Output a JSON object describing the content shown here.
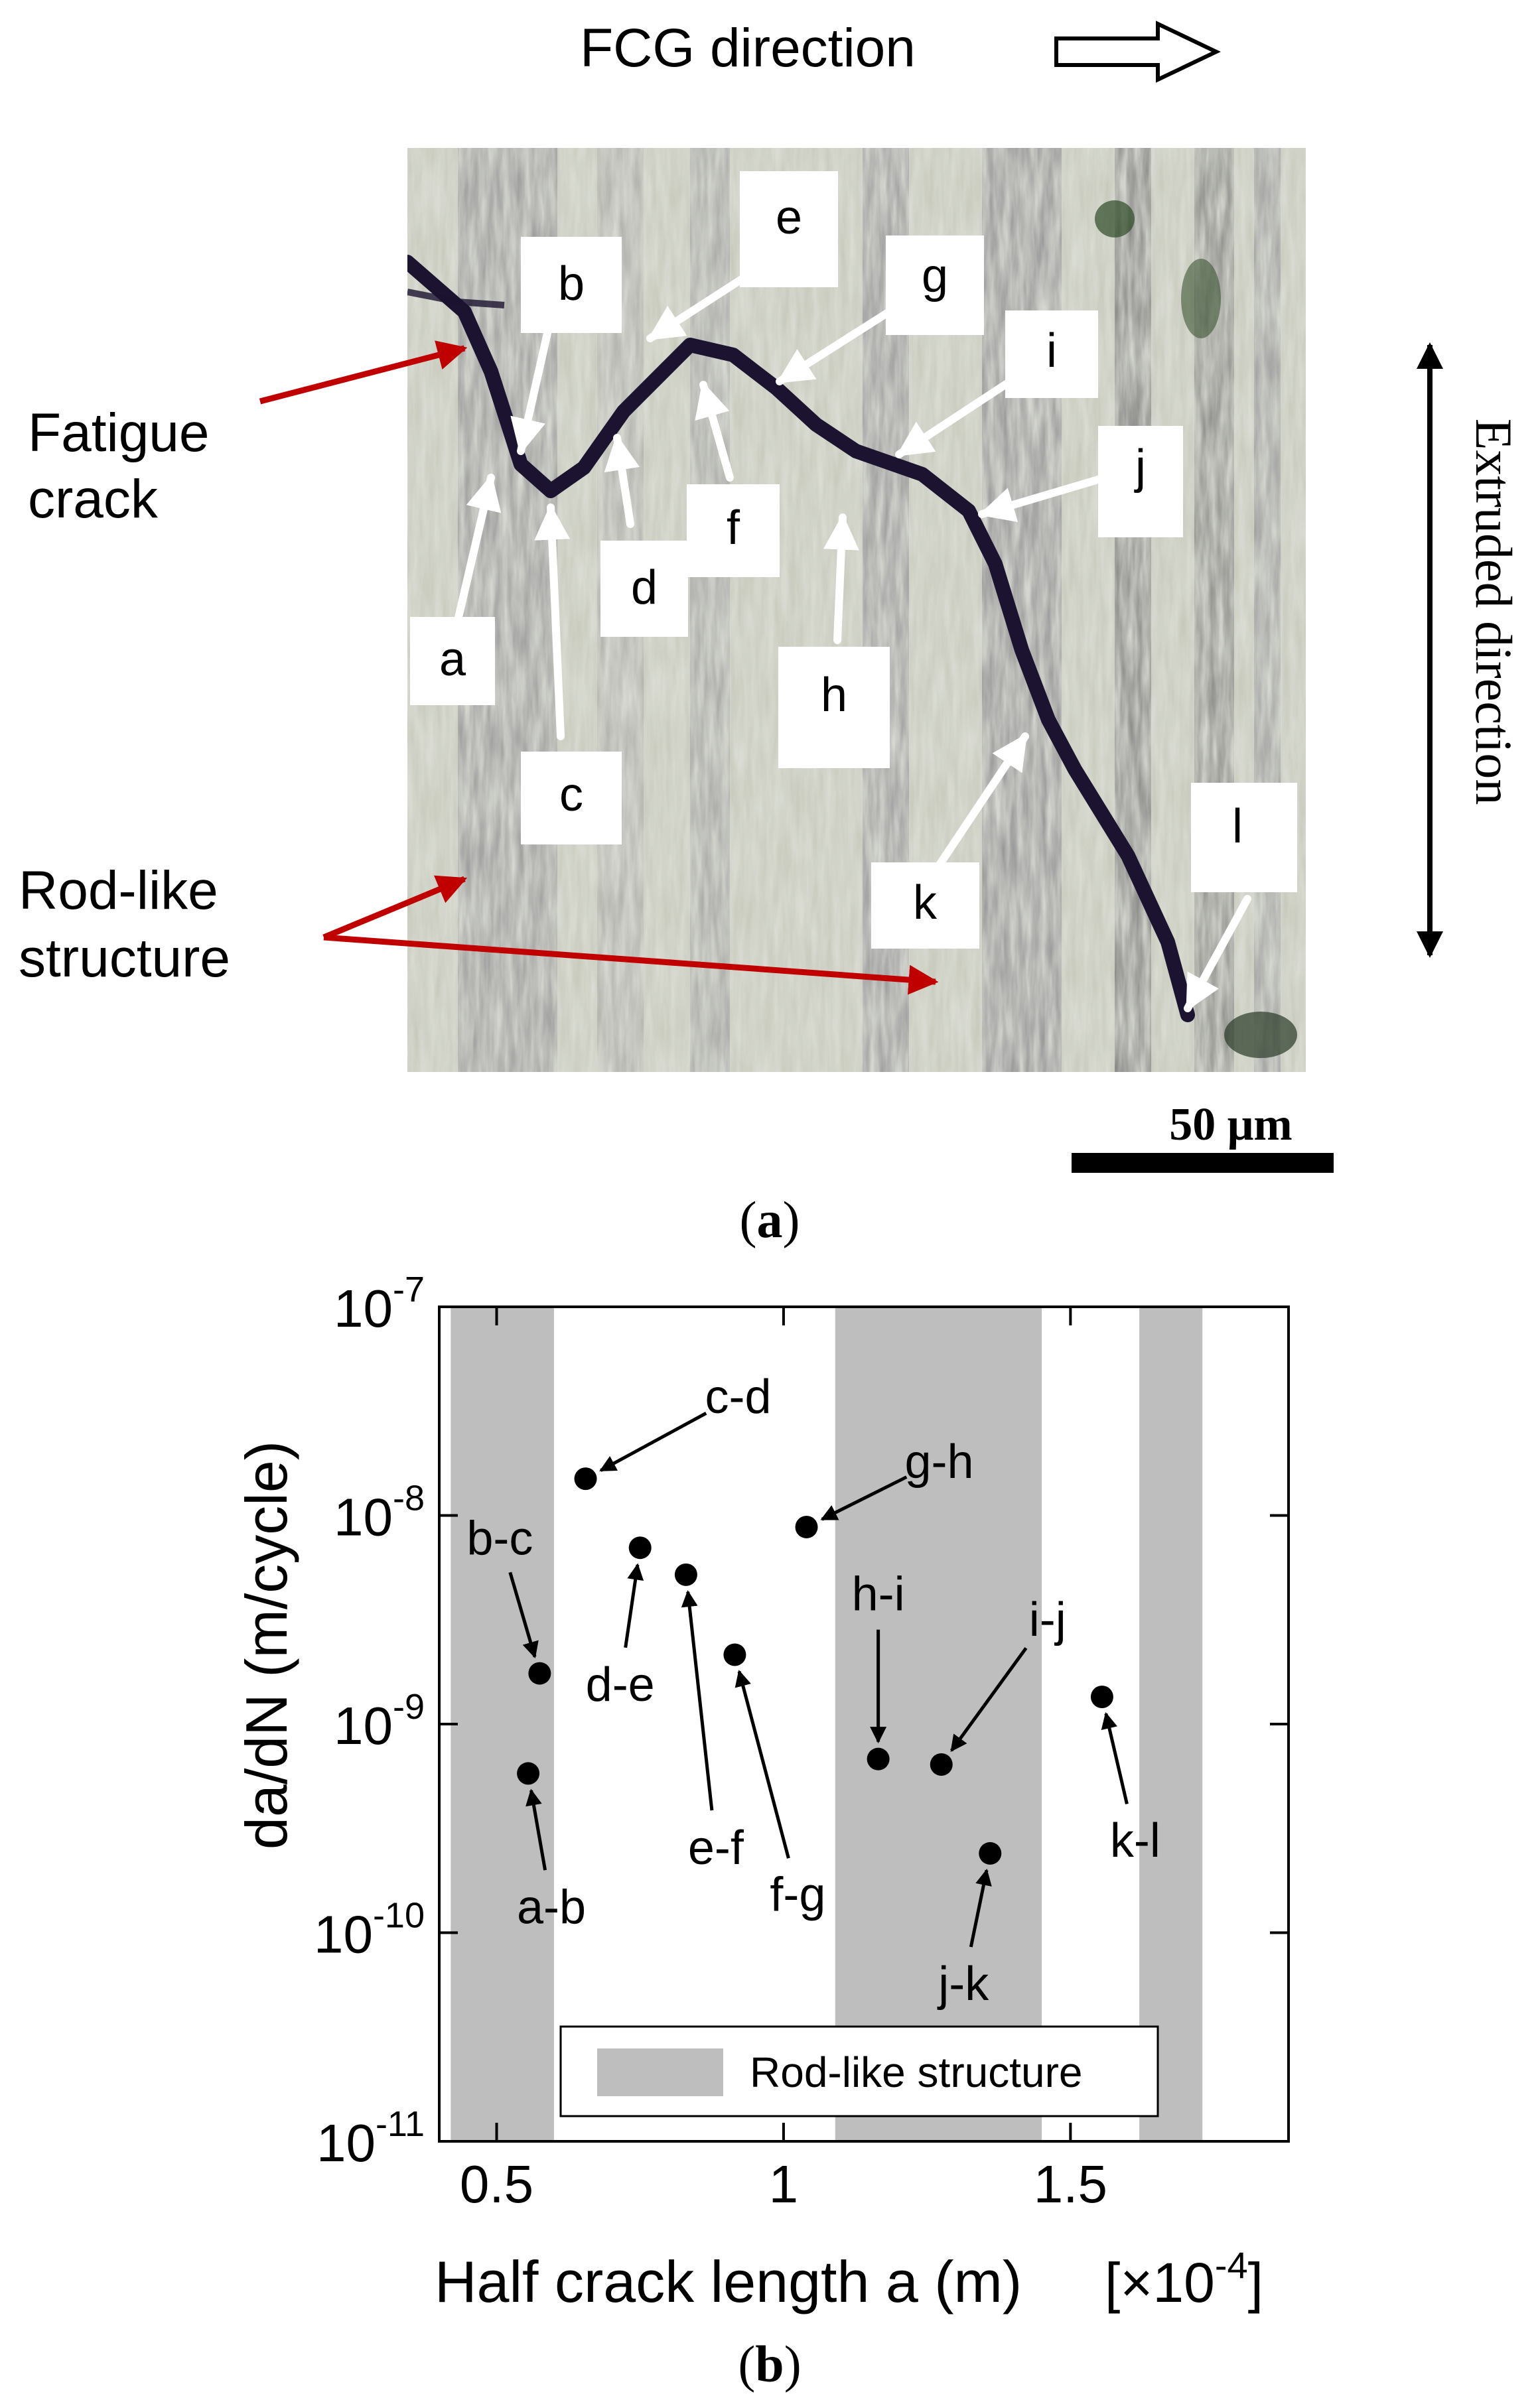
{
  "panel_a": {
    "fcg_direction": "FCG direction",
    "fatigue_crack": [
      "Fatigue",
      "crack"
    ],
    "rod_like": [
      "Rod-like",
      "structure"
    ],
    "extruded_direction": "Extruded direction",
    "scale_bar": "50 μm",
    "caption_pre": "(",
    "caption_letter": "a",
    "caption_post": ")",
    "point_labels": [
      "a",
      "b",
      "c",
      "d",
      "e",
      "f",
      "g",
      "h",
      "i",
      "j",
      "k",
      "l"
    ],
    "colors": {
      "crack": "#1b1330",
      "arrow_red": "#c00000",
      "micro_bg": "#b9bcae"
    }
  },
  "panel_b": {
    "caption_pre": "(",
    "caption_letter": "b",
    "caption_post": ")"
  },
  "chart_data": {
    "type": "scatter",
    "x_scale": "linear",
    "y_scale": "log",
    "xlim": [
      0.4,
      1.88
    ],
    "ylim": [
      1e-11,
      1e-07
    ],
    "xticks": [
      0.5,
      1,
      1.5
    ],
    "xtick_labels": [
      "0.5",
      "1",
      "1.5"
    ],
    "yticks": [
      1e-07,
      1e-08,
      1e-09,
      1e-10,
      1e-11
    ],
    "ytick_labels": [
      {
        "base": "10",
        "exp": "-7"
      },
      {
        "base": "10",
        "exp": "-8"
      },
      {
        "base": "10",
        "exp": "-9"
      },
      {
        "base": "10",
        "exp": "-10"
      },
      {
        "base": "10",
        "exp": "-11"
      }
    ],
    "xlabel": "Half crack length a (m)",
    "xlabel_multiplier": {
      "pre": "[×10",
      "exp": "-4",
      "post": "]"
    },
    "ylabel": "da/dN (m/cycle)",
    "grid": false,
    "legend": {
      "placement": "bottom-right",
      "label": "Rod-like structure"
    },
    "shaded_bands": [
      {
        "x": [
          0.42,
          0.6
        ],
        "label": "Rod-like structure"
      },
      {
        "x": [
          1.09,
          1.45
        ],
        "label": "Rod-like structure"
      },
      {
        "x": [
          1.62,
          1.73
        ],
        "label": "Rod-like structure"
      }
    ],
    "points": [
      {
        "label": "a-b",
        "x": 0.555,
        "y": 5.8e-10
      },
      {
        "label": "b-c",
        "x": 0.575,
        "y": 1.75e-09
      },
      {
        "label": "c-d",
        "x": 0.655,
        "y": 1.5e-08
      },
      {
        "label": "d-e",
        "x": 0.75,
        "y": 7e-09
      },
      {
        "label": "e-f",
        "x": 0.83,
        "y": 5.2e-09
      },
      {
        "label": "f-g",
        "x": 0.915,
        "y": 2.15e-09
      },
      {
        "label": "g-h",
        "x": 1.04,
        "y": 8.8e-09
      },
      {
        "label": "h-i",
        "x": 1.165,
        "y": 6.8e-10
      },
      {
        "label": "i-j",
        "x": 1.275,
        "y": 6.4e-10
      },
      {
        "label": "j-k",
        "x": 1.36,
        "y": 2.4e-10
      },
      {
        "label": "k-l",
        "x": 1.555,
        "y": 1.35e-09
      }
    ],
    "colors": {
      "band": "#bebebe",
      "marker": "#000000"
    }
  }
}
